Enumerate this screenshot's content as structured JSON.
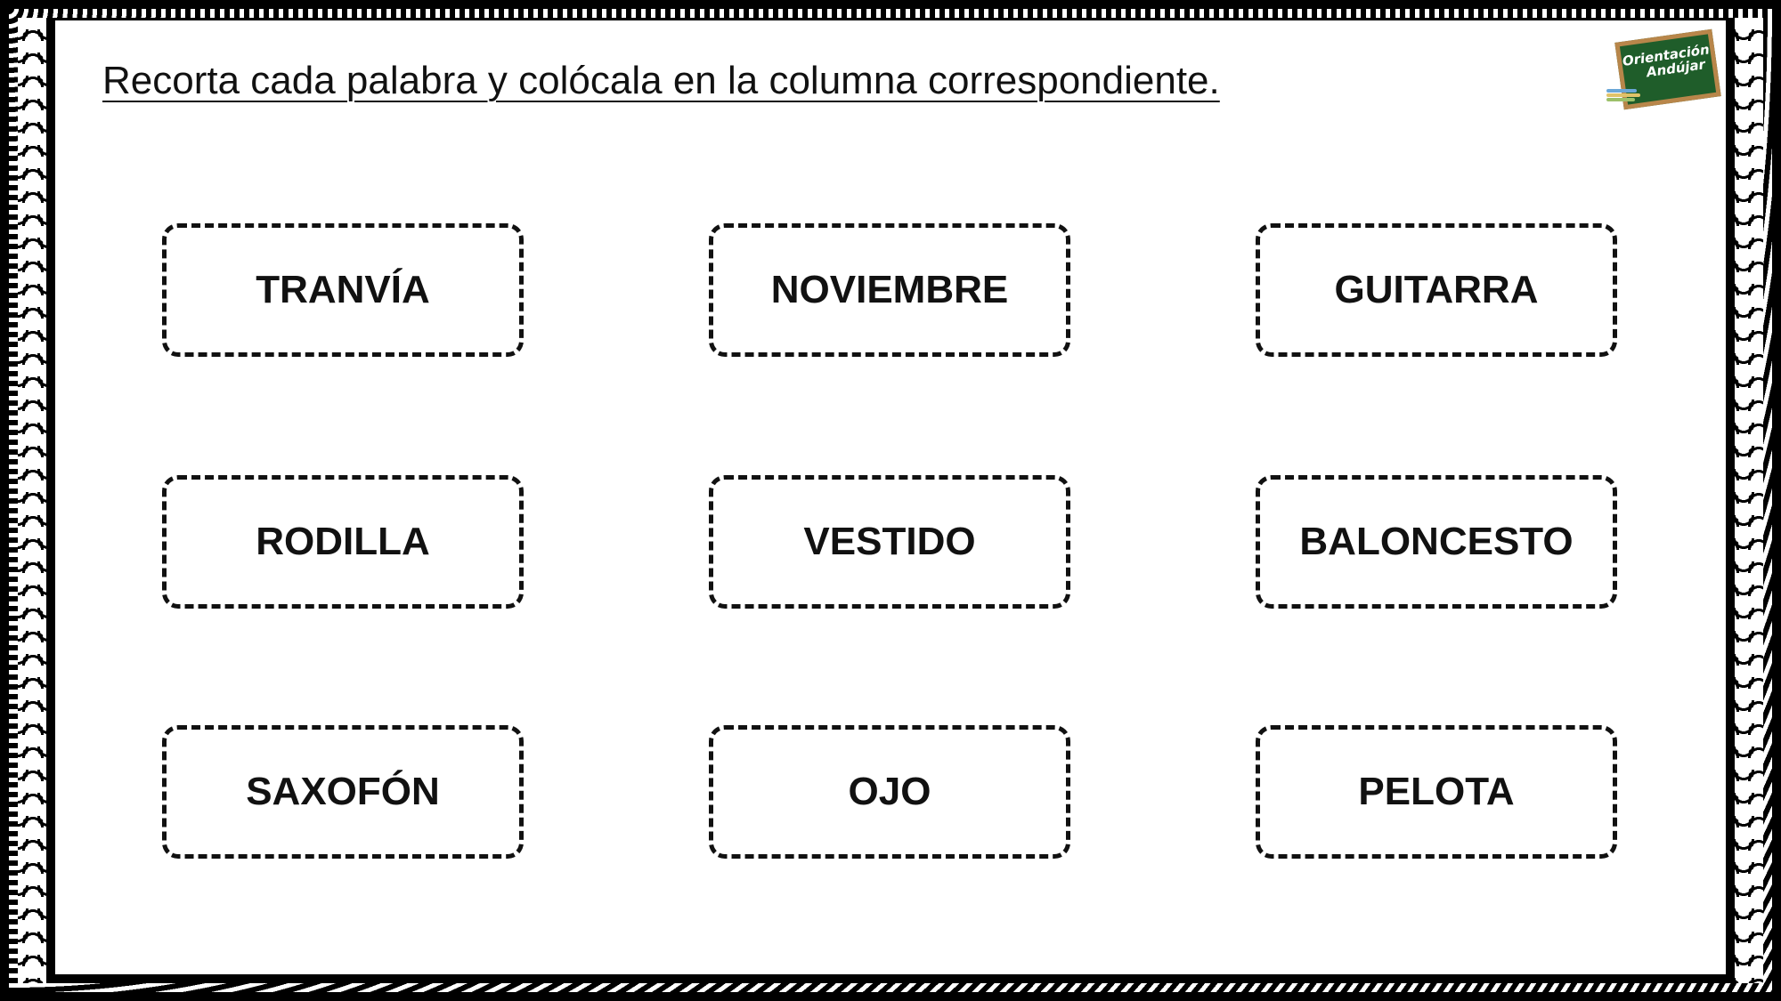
{
  "instruction": "Recorta cada palabra y colócala en la columna correspondiente.",
  "logo": {
    "line1": "Orientación",
    "line2": "Andújar",
    "colors": {
      "board": "#1f5d2a",
      "frame": "#b8864a"
    }
  },
  "cards": [
    "TRANVÍA",
    "NOVIEMBRE",
    "GUITARRA",
    "RODILLA",
    "VESTIDO",
    "BALONCESTO",
    "SAXOFÓN",
    "OJO",
    "PELOTA"
  ]
}
